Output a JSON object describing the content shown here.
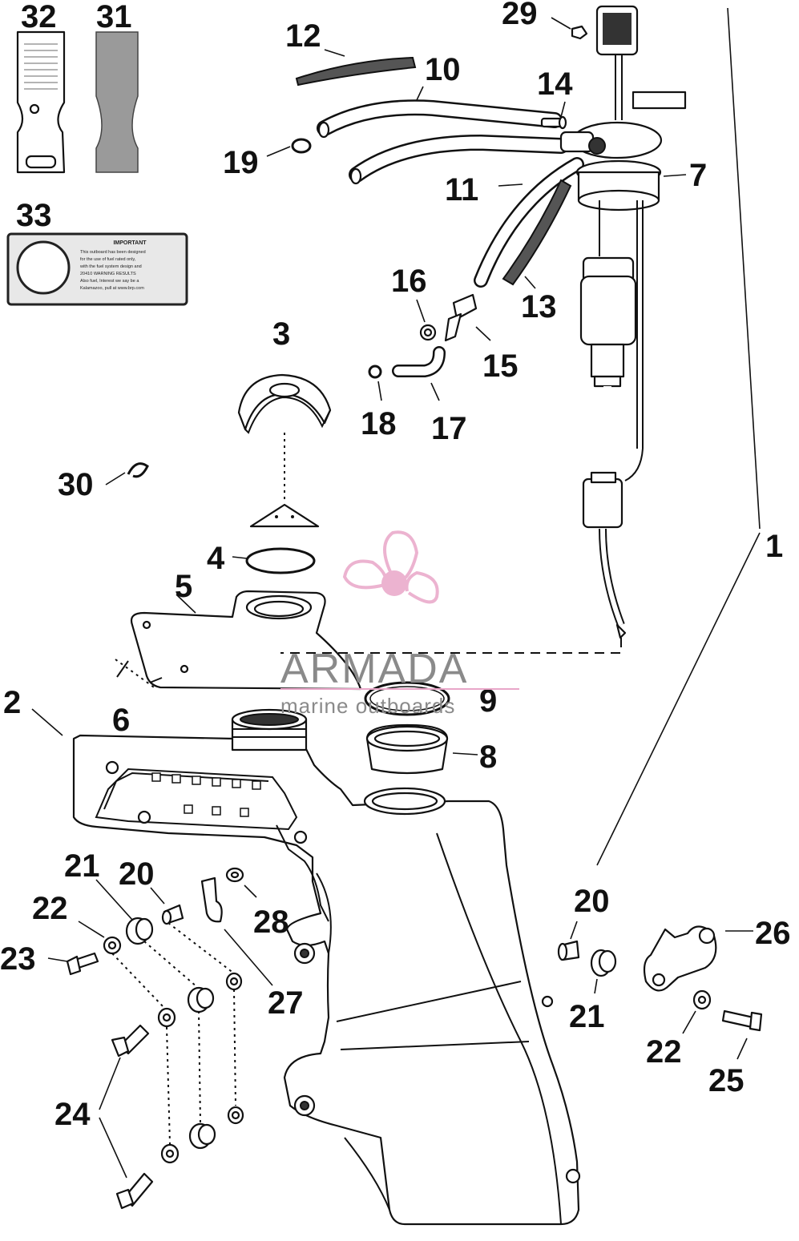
{
  "callouts": {
    "c1": "1",
    "c2": "2",
    "c3": "3",
    "c4": "4",
    "c5": "5",
    "c6": "6",
    "c7": "7",
    "c8": "8",
    "c9": "9",
    "c10": "10",
    "c11": "11",
    "c12": "12",
    "c13": "13",
    "c14": "14",
    "c15": "15",
    "c16": "16",
    "c17": "17",
    "c18": "18",
    "c19": "19",
    "c20a": "20",
    "c20b": "20",
    "c21a": "21",
    "c21b": "21",
    "c22a": "22",
    "c22b": "22",
    "c23": "23",
    "c24": "24",
    "c25": "25",
    "c26": "26",
    "c27": "27",
    "c28": "28",
    "c29": "29",
    "c30": "30",
    "c31": "31",
    "c32": "32",
    "c33": "33"
  },
  "label33": {
    "heading": "IMPORTANT",
    "lines": [
      "This outboard has been designed",
      "for the use of fuel rated only,",
      "with the fuel system design and",
      "20410 WARNING RESULTS",
      "Also fuel, Interest we say be a",
      "Kalamazoo, pull at www.brp.com"
    ]
  },
  "watermark": {
    "brand": "ARMADA",
    "tagline": "marine outboards",
    "color_logo": "#e9a6c8",
    "color_text": "#8a8a8a"
  }
}
